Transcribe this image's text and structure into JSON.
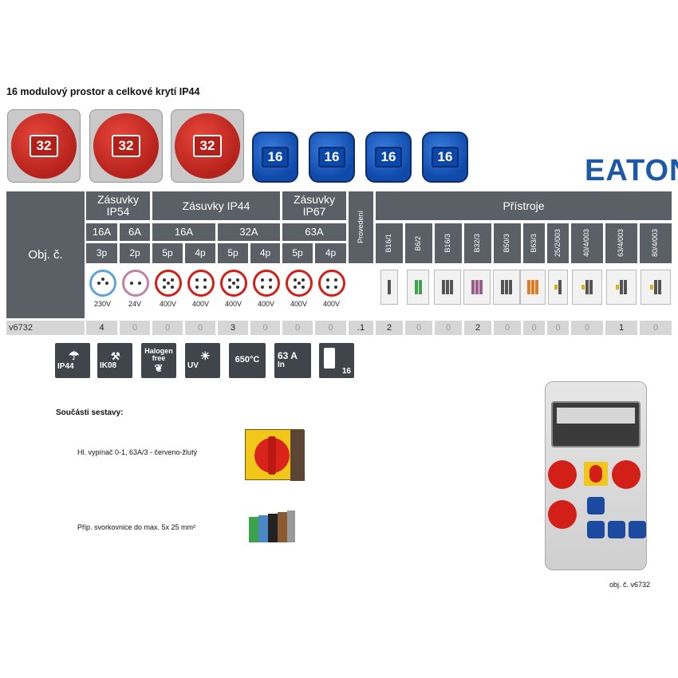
{
  "title": "16 modulový prostor a celkové krytí IP44",
  "brand": "EATON",
  "sockets_top": {
    "red_labels": [
      "32",
      "32",
      "32"
    ],
    "blue_labels": [
      "16",
      "16",
      "16",
      "16"
    ]
  },
  "table": {
    "row_label": "Obj. č.",
    "groups": [
      {
        "label": "Zásuvky IP54"
      },
      {
        "label": "Zásuvky IP44"
      },
      {
        "label": "Zásuvky IP67"
      }
    ],
    "provedeni": "Provedení",
    "pristroje": "Přístroje",
    "currents": [
      "16A",
      "6A",
      "16A",
      "32A",
      "63A"
    ],
    "poles": [
      "3p",
      "2p",
      "5p",
      "4p",
      "5p",
      "4p",
      "5p",
      "4p"
    ],
    "voltages": [
      "230V",
      "24V",
      "400V",
      "400V",
      "400V",
      "400V",
      "400V",
      "400V"
    ],
    "devices": [
      "B16/1",
      "B6/2",
      "B16/3",
      "B32/3",
      "B50/3",
      "B63/3",
      "25/2/003",
      "40/4/003",
      "63/4/003",
      "80/4/003"
    ],
    "product_code": "v6732",
    "socket_counts": [
      "4",
      "0",
      "0",
      "0",
      "3",
      "0",
      "0",
      "0"
    ],
    "provedeni_value": ".1",
    "device_counts": [
      "2",
      "0",
      "0",
      "2",
      "0",
      "0",
      "0",
      "0",
      "1",
      "0"
    ]
  },
  "badges": {
    "ip": "IP44",
    "ik": "IK08",
    "halogen": "Halogen free",
    "uv": "UV",
    "temp": "650°C",
    "current": "63 A",
    "current_sub": "In",
    "modules": "16"
  },
  "components": {
    "heading": "Součásti sestavy:",
    "item1": "Hl. vypínač 0-1, 63A/3 - červeno-žlutý",
    "item2": "Přip. svorkovnice do max. 5x 25 mm²"
  },
  "product_caption": "obj. č. v6732",
  "colors": {
    "header_gray": "#5b6066",
    "count_gray": "#d6d6d6",
    "red": "#d21f17",
    "blue": "#1c5aa8"
  }
}
